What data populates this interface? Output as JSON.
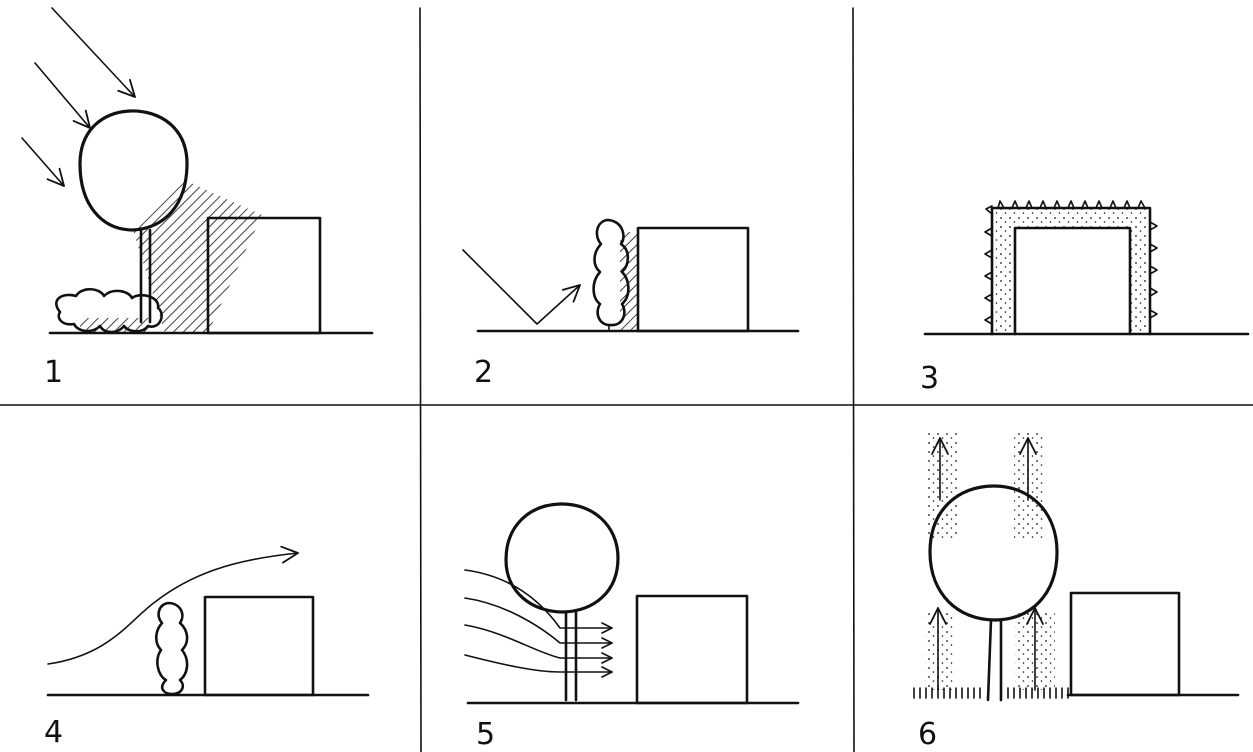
{
  "panels": [
    {
      "label": "1"
    },
    {
      "label": "2"
    },
    {
      "label": "3"
    },
    {
      "label": "4"
    },
    {
      "label": "5"
    },
    {
      "label": "6"
    }
  ],
  "colors": {
    "ink": "#111111",
    "paper": "#ffffff"
  }
}
